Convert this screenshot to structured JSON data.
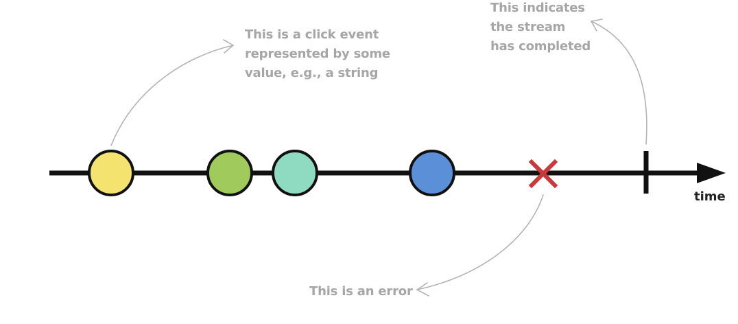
{
  "timeline": {
    "axis_label": "time",
    "events": [
      {
        "kind": "value",
        "color": "#f4e36f"
      },
      {
        "kind": "value",
        "color": "#a0ca5c"
      },
      {
        "kind": "value",
        "color": "#8fdbc2"
      },
      {
        "kind": "value",
        "color": "#5b8fd8"
      },
      {
        "kind": "error",
        "color": "#c9383a"
      },
      {
        "kind": "complete",
        "color": "#111111"
      }
    ]
  },
  "annotations": {
    "click_event": {
      "lines": [
        "This is a click event",
        "represented by some",
        "value, e.g., a string"
      ]
    },
    "completed": {
      "lines": [
        "This indicates",
        "the stream",
        "has completed"
      ]
    },
    "error": {
      "lines": [
        "This is an error"
      ]
    }
  },
  "colors": {
    "annotation_text": "#a6a6a6",
    "line": "#111111",
    "arrow": "#b3b3b3"
  }
}
